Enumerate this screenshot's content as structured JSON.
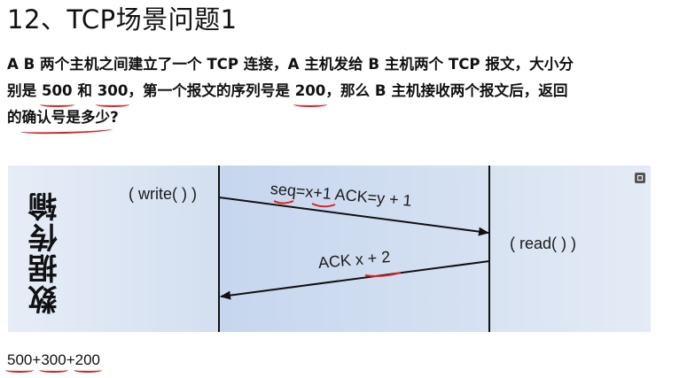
{
  "title": "12、TCP场景问题1",
  "question": {
    "line1": "A B 两个主机之间建立了一个 TCP 连接，A 主机发给 B 主机两个 TCP 报文，大小分",
    "line2_a": "别是 ",
    "line2_b": "500",
    "line2_c": " 和 ",
    "line2_d": "300",
    "line2_e": "，第一个报文的序列号是 ",
    "line2_f": "200",
    "line2_g": "，那么 B 主机接收两个报文后，返回",
    "line3_a": "的",
    "line3_b": "确认号是多少",
    "line3_c": "?"
  },
  "diagram": {
    "side_label": "数据传输",
    "write_label": "( write( ) )",
    "read_label": "( read( ) )",
    "seq_label": "seq=x+1 ACK=y + 1",
    "ack_label": "ACK x + 2",
    "colors": {
      "left_panel": "#dbe6f4",
      "middle_panel": "#c9d9f0",
      "right_panel": "#dce6f3",
      "line": "#111111"
    }
  },
  "answer": {
    "a": "500",
    "plus1": "+",
    "b": "300",
    "plus2": "+",
    "c": "200"
  }
}
